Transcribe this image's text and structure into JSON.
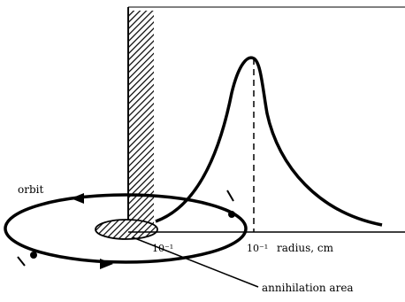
{
  "labels": {
    "orbit": "orbit",
    "origin_tick": "10⁻¹",
    "peak_tick": "10⁻¹",
    "x_axis": "radius, cm",
    "annihilation": "annihilation area"
  },
  "colors": {
    "ink": "#000000",
    "background": "#ffffff"
  }
}
